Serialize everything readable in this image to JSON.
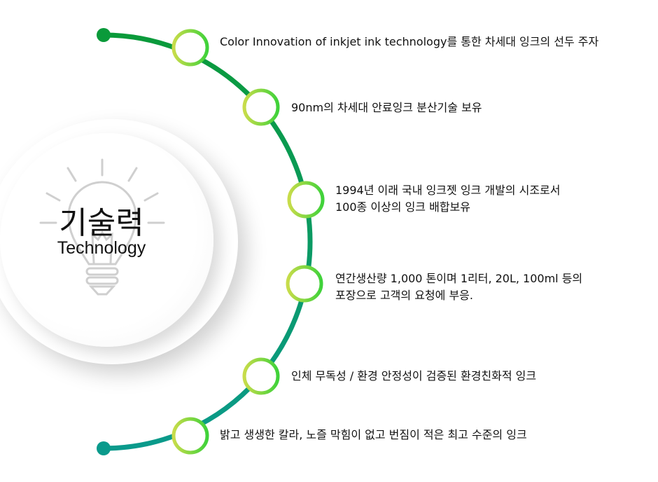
{
  "center": {
    "title": "기술력",
    "subtitle": "Technology",
    "icon": "lightbulb-icon"
  },
  "colors": {
    "arc_start": "#0a9a3a",
    "arc_end": "#0a9a8c",
    "node_a": "#c8dc4a",
    "node_b": "#3fd23a"
  },
  "items": [
    {
      "lines": [
        "Color Innovation of inkjet ink technology를 통한 차세대 잉크의 선두 주자"
      ]
    },
    {
      "lines": [
        "90nm의 차세대 안료잉크 분산기술 보유"
      ]
    },
    {
      "lines": [
        "1994년 이래 국내 잉크젯 잉크 개발의 시조로서",
        "100종 이상의 잉크 배합보유"
      ]
    },
    {
      "lines": [
        "연간생산량 1,000 톤이며 1리터,  20L, 100ml 등의",
        "포장으로 고객의 요청에 부응."
      ]
    },
    {
      "lines": [
        "인체 무독성 / 환경 안정성이 검증된 환경친화적 잉크"
      ]
    },
    {
      "lines": [
        "밝고 생생한 칼라, 노즐 막힘이 없고 번짐이 적은 최고 수준의 잉크"
      ]
    }
  ]
}
